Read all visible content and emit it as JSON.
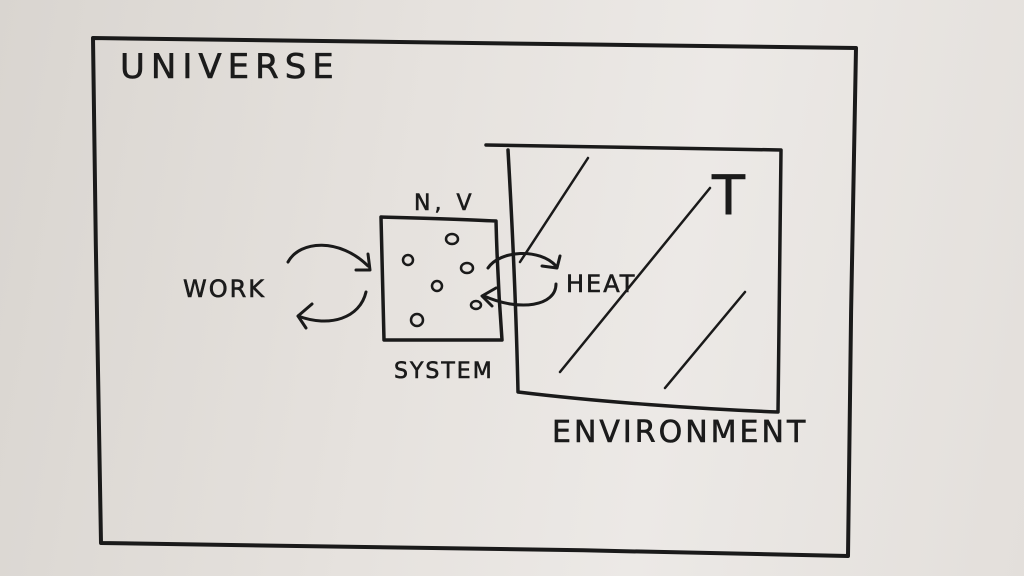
{
  "diagram": {
    "universe": {
      "label": "UNIVERSE"
    },
    "system": {
      "label": "SYSTEM",
      "variables": "N, V"
    },
    "environment": {
      "label": "ENVIRONMENT",
      "temperature": "T"
    },
    "work": {
      "label": "WORK"
    },
    "heat": {
      "label": "HEAT"
    }
  }
}
